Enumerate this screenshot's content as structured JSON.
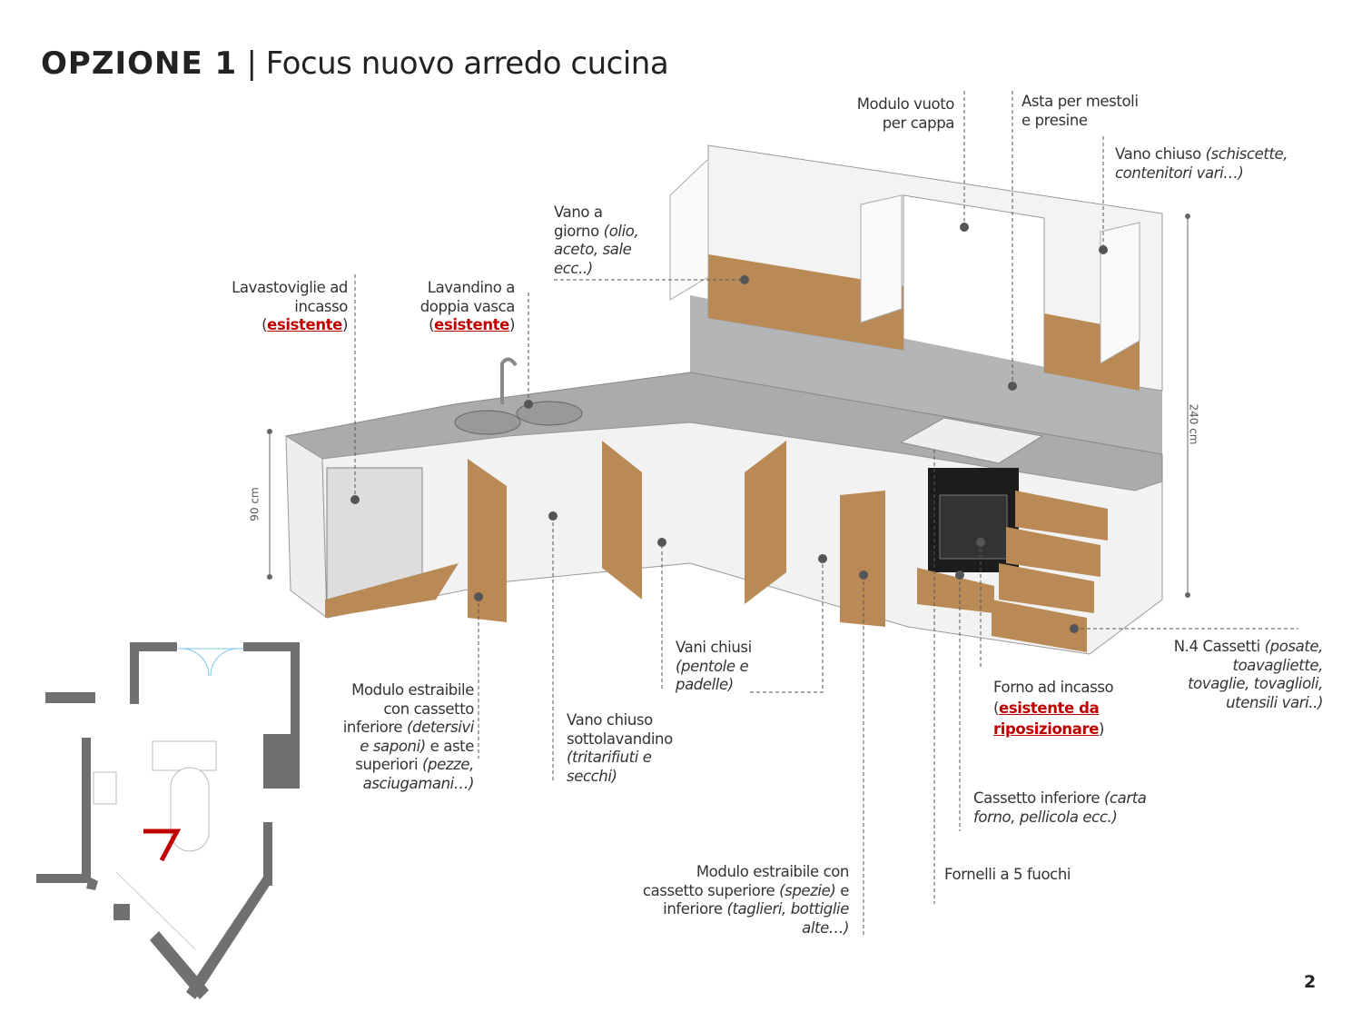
{
  "title": {
    "bold": "OPZIONE 1",
    "separator": " | ",
    "rest": "Focus nuovo arredo cucina"
  },
  "dimensions": {
    "base_height": "90 cm",
    "total_height": "240 cm"
  },
  "labels": {
    "hood": {
      "l1": "Modulo vuoto",
      "l2": "per cappa"
    },
    "rail": {
      "l1": "Asta per mestoli",
      "l2": "e presine"
    },
    "closed_upper": {
      "l1": "Vano chiuso ",
      "l1i": "(schiscette,",
      "l2i": "contenitori vari…)"
    },
    "open_shelf": {
      "l1": "Vano a",
      "l2a": "giorno ",
      "l2i": "(olio,",
      "l3i": "aceto, sale",
      "l4i": "ecc..)"
    },
    "dishwasher": {
      "l1": "Lavastoviglie ad",
      "l2": "incasso",
      "open": "(",
      "link": "esistente",
      "close": ")"
    },
    "sink": {
      "l1": "Lavandino a",
      "l2": "doppia vasca",
      "open": "(",
      "link": "esistente",
      "close": ")"
    },
    "pots": {
      "l1": "Vani chiusi",
      "l2i": "(pentole e",
      "l3i": "padelle)"
    },
    "pullout_left": {
      "l1": "Modulo estraibile",
      "l2": "con cassetto",
      "l3a": "inferiore ",
      "l3i": "(detersivi",
      "l4i": "e saponi)",
      "l4b": " e aste",
      "l5a": "superiori ",
      "l5i": "(pezze,",
      "l6i": "asciugamani…)"
    },
    "under_sink": {
      "l1": "Vano chiuso",
      "l2": "sottolavandino",
      "l3i": "(tritarifiuti e",
      "l4i": "secchi)"
    },
    "oven": {
      "l1": "Forno ad incasso",
      "open": "(",
      "link1": "esistente da",
      "link2": "riposizionare",
      "close": ")"
    },
    "drawers": {
      "l1": "N.4 Cassetti ",
      "l1i": "(posate,",
      "l2i": "toavagliette,",
      "l3i": "tovaglie, tovaglioli,",
      "l4i": "utensili vari..)"
    },
    "bottom_drawer": {
      "l1": "Cassetto inferiore ",
      "l1i": "(carta",
      "l2i": "forno, pellicola ecc.)"
    },
    "pullout_right": {
      "l1": "Modulo estraibile con",
      "l2a": "cassetto superiore ",
      "l2i": "(spezie)",
      "l2b": " e",
      "l3a": "inferiore ",
      "l3i": "(taglieri, bottiglie",
      "l4i": "alte…)"
    },
    "hob": {
      "l1": "Fornelli a 5 fuochi"
    }
  },
  "page_number": "2",
  "colors": {
    "wood": "#b98a55",
    "countertop": "#a9abad",
    "accent_red": "#c00000",
    "wall": "#707070"
  }
}
